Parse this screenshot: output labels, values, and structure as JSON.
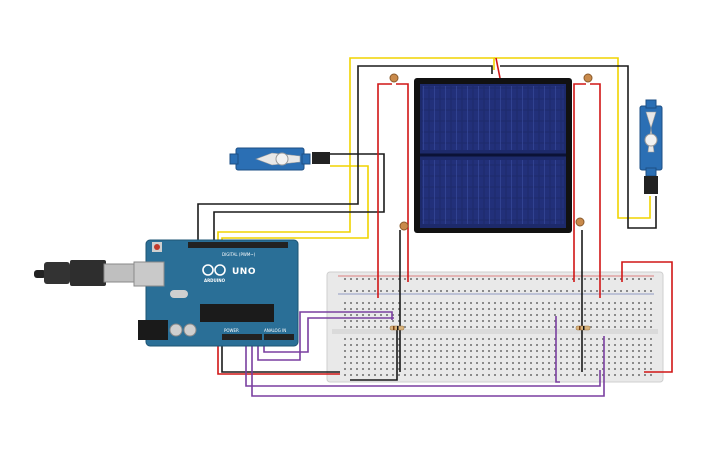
{
  "circuit": {
    "arduino": {
      "model": "UNO",
      "brand": "ARDUINO",
      "header_digital": "DIGITAL (PWM~)",
      "header_power": "POWER",
      "header_analog": "ANALOG IN"
    },
    "colors": {
      "background": "#ffffff",
      "arduino": "#2a6f97",
      "breadboard": "#e9e9e9",
      "panel": "#1d2a6b",
      "servo": "#2b6fb4",
      "wire_yellow": "#f0d400",
      "wire_black": "#1a1a1a",
      "wire_red": "#d11616",
      "wire_purple": "#7a3fa0"
    }
  }
}
